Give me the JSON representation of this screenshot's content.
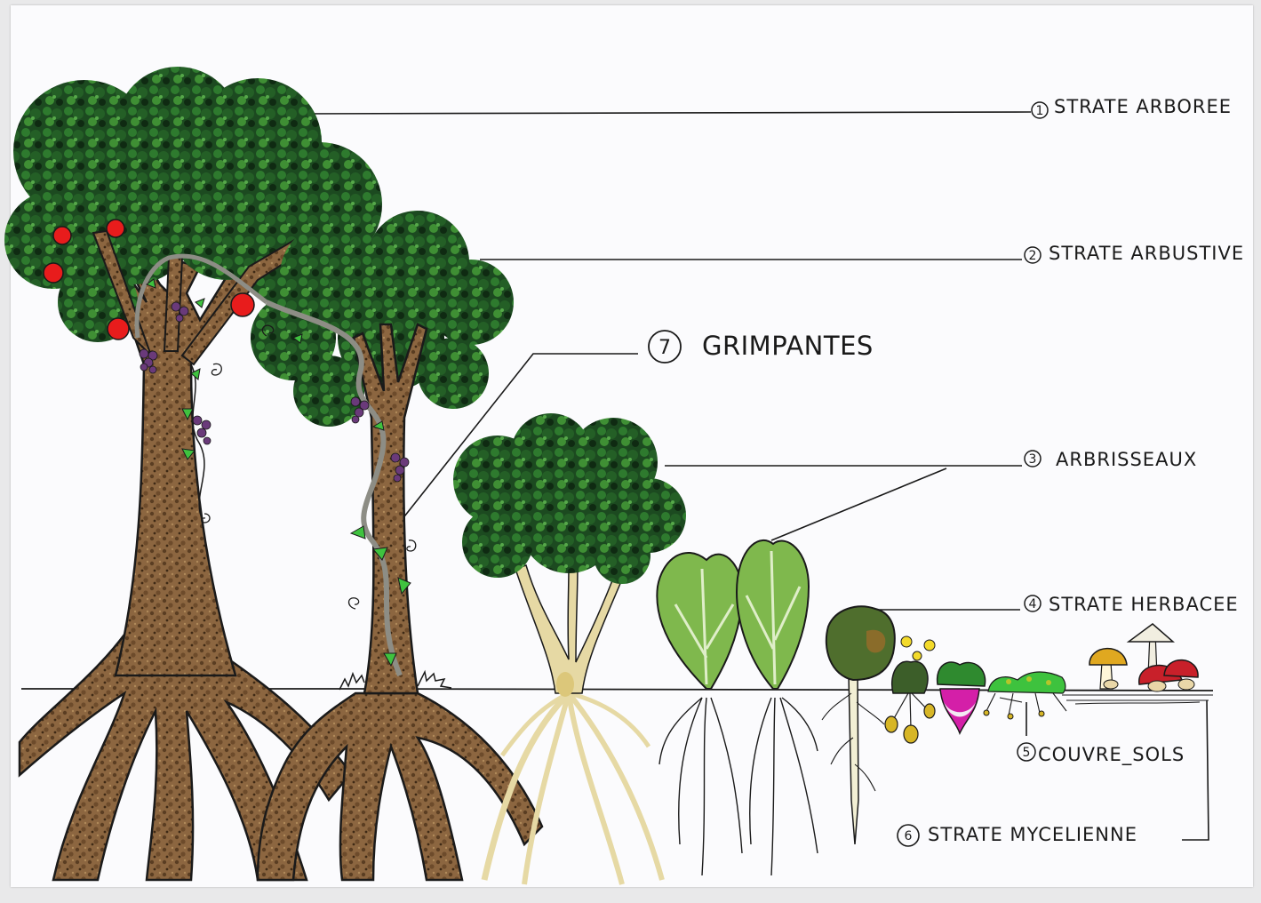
{
  "labels": [
    {
      "number": "1",
      "text": "STRATE ARBOREE"
    },
    {
      "number": "2",
      "text": "STRATE ARBUSTIVE"
    },
    {
      "number": "7",
      "text": "GRIMPANTES"
    },
    {
      "number": "3",
      "text": "ARBRISSEAUX"
    },
    {
      "number": "4",
      "text": "STRATE HERBACEE"
    },
    {
      "number": "5",
      "text": "COUVRE_SOLS"
    },
    {
      "number": "6",
      "text": "STRATE MYCELIENNE"
    }
  ],
  "colors": {
    "paper": "#fbfbfd",
    "foliage_dark": "#163d1c",
    "foliage_mid": "#2e7a2e",
    "foliage_light": "#4ea23a",
    "trunk": "#8c6640",
    "trunk_dark": "#5a3d22",
    "root_pale": "#e6d9a4",
    "apple": "#e81c1c",
    "grape": "#6a3a7a",
    "vine_leaf": "#3fc23f",
    "radish": "#d41fa8",
    "mushroom_cap": "#c8202a",
    "mushroom_yellow": "#e0a820"
  },
  "icons": [
    "apple-icon",
    "grape-icon",
    "vine-leaf-icon",
    "radish-icon",
    "mushroom-icon",
    "flower-icon"
  ]
}
